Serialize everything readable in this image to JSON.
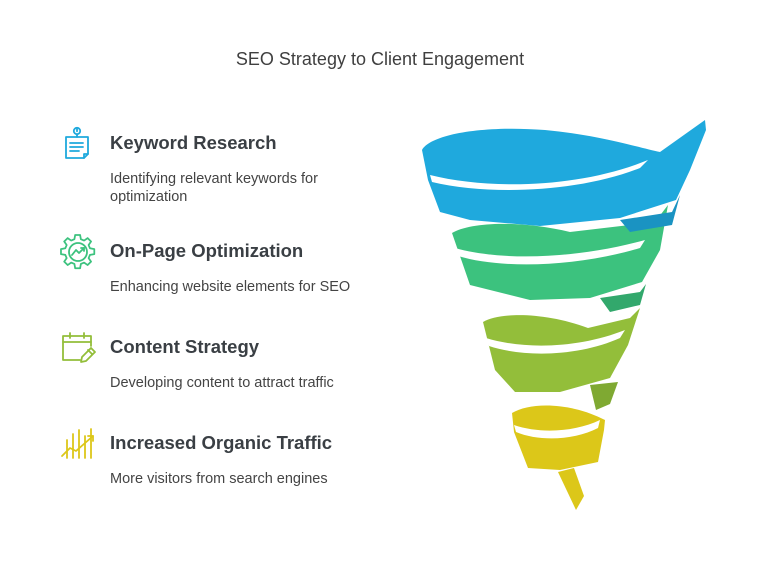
{
  "title": "SEO Strategy to Client Engagement",
  "steps": [
    {
      "heading": "Keyword Research",
      "description": "Identifying relevant keywords for optimization",
      "icon": "keyword-research-icon",
      "color": "#1FA9DD"
    },
    {
      "heading": "On-Page Optimization",
      "description": "Enhancing website elements for SEO",
      "icon": "gear-chart-icon",
      "color": "#3CC27E"
    },
    {
      "heading": "Content Strategy",
      "description": "Developing content to attract traffic",
      "icon": "calendar-pencil-icon",
      "color": "#93BE3A"
    },
    {
      "heading": "Increased Organic Traffic",
      "description": "More visitors from search engines",
      "icon": "growth-chart-icon",
      "color": "#DCC719"
    }
  ]
}
